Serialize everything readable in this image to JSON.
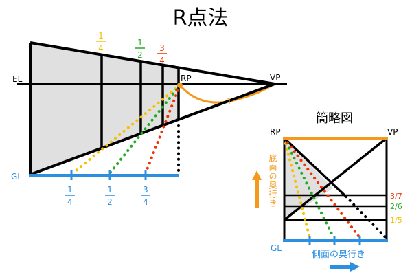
{
  "title": "R点法",
  "main": {
    "el_label": "EL",
    "gl_label": "GL",
    "rp_label": "RP",
    "vp_label": "VP",
    "arc_label": "1",
    "top_fractions": [
      {
        "num": "1",
        "den": "4",
        "color": "#f2c200"
      },
      {
        "num": "1",
        "den": "2",
        "color": "#22aa22"
      },
      {
        "num": "3",
        "den": "4",
        "color": "#ee3300"
      }
    ],
    "bottom_fractions": [
      {
        "num": "1",
        "den": "4",
        "color": "#2d8fe0"
      },
      {
        "num": "1",
        "den": "2",
        "color": "#2d8fe0"
      },
      {
        "num": "3",
        "den": "4",
        "color": "#2d8fe0"
      }
    ]
  },
  "sketch": {
    "title": "簡略図",
    "rp_label": "RP",
    "vp_label": "VP",
    "gl_label": "GL",
    "vertical_label": "底面の奥行き",
    "horizontal_label": "側面の奥行き",
    "ratios": [
      {
        "text": "3/7",
        "color": "#ee3300"
      },
      {
        "text": "2/6",
        "color": "#22aa22"
      },
      {
        "text": "1/5",
        "color": "#f2c200"
      }
    ]
  },
  "colors": {
    "black": "#000000",
    "gray_fill": "#e0e0e0",
    "blue": "#2d8fe0",
    "orange": "#f39a1c",
    "yellow": "#f2c200",
    "green": "#22aa22",
    "red": "#ee3300"
  }
}
